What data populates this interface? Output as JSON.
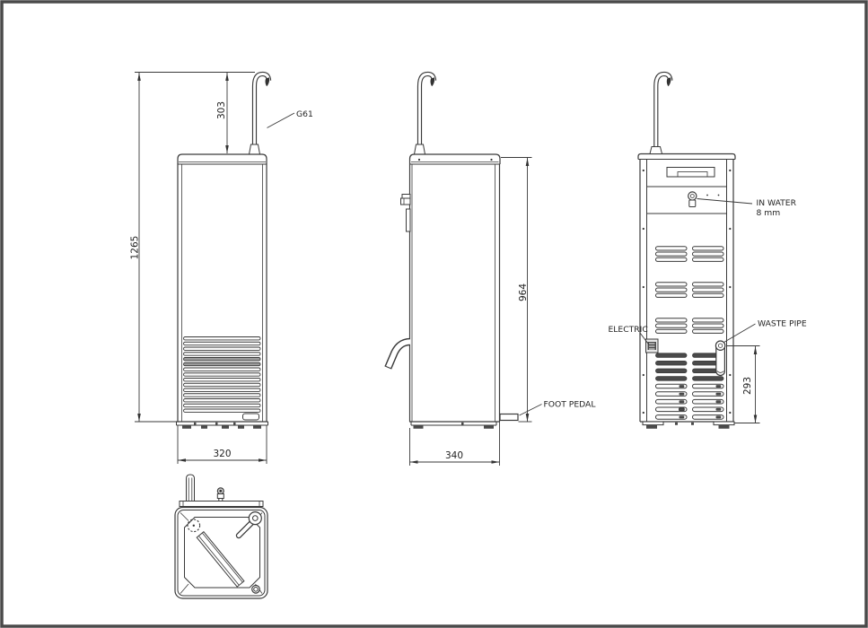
{
  "drawing": {
    "labels": {
      "g61": "G61",
      "in_water_1": "IN WATER",
      "in_water_2": "8 mm",
      "electric": "ELECTRIC",
      "waste_pipe": "WASTE PIPE",
      "foot_pedal": "FOOT PEDAL"
    },
    "dimensions": {
      "front_total_height": "1265",
      "front_faucet_height": "303",
      "front_width": "320",
      "side_height": "964",
      "side_depth": "340",
      "back_waste_height": "293"
    },
    "colors": {
      "line": "#3a3a3a",
      "text": "#222222",
      "background": "#ffffff",
      "frame": "#4a4a4a"
    }
  }
}
